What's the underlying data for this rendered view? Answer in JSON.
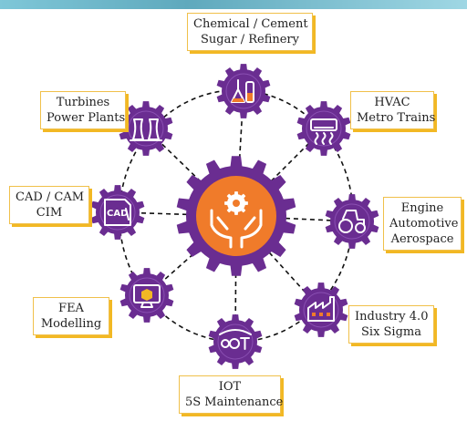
{
  "colors": {
    "gear_purple": "#6a2d91",
    "center_orange": "#f07b2a",
    "label_border": "#f2b824",
    "connector": "#111111"
  },
  "center": {
    "icon": "hands-holding-gear-icon"
  },
  "nodes": [
    {
      "id": "chemical",
      "icon": "lab-flask-icon",
      "lines": [
        "Chemical / Cement",
        "Sugar / Refinery"
      ]
    },
    {
      "id": "hvac",
      "icon": "air-conditioner-icon",
      "lines": [
        "HVAC",
        "Metro Trains"
      ]
    },
    {
      "id": "engine",
      "icon": "tractor-icon",
      "lines": [
        "Engine",
        "Automotive",
        "Aerospace"
      ]
    },
    {
      "id": "industry",
      "icon": "factory-icon",
      "lines": [
        "Industry 4.0",
        "Six Sigma"
      ]
    },
    {
      "id": "iot",
      "icon": "iot-icon",
      "lines": [
        "IOT",
        "5S Maintenance"
      ]
    },
    {
      "id": "fea",
      "icon": "monitor-3d-icon",
      "lines": [
        "FEA",
        "Modelling"
      ]
    },
    {
      "id": "cad",
      "icon": "cad-file-icon",
      "lines": [
        "CAD / CAM",
        "CIM"
      ],
      "icon_text": "CAD"
    },
    {
      "id": "turbines",
      "icon": "power-plant-icon",
      "lines": [
        "Turbines",
        "Power Plants"
      ]
    }
  ]
}
